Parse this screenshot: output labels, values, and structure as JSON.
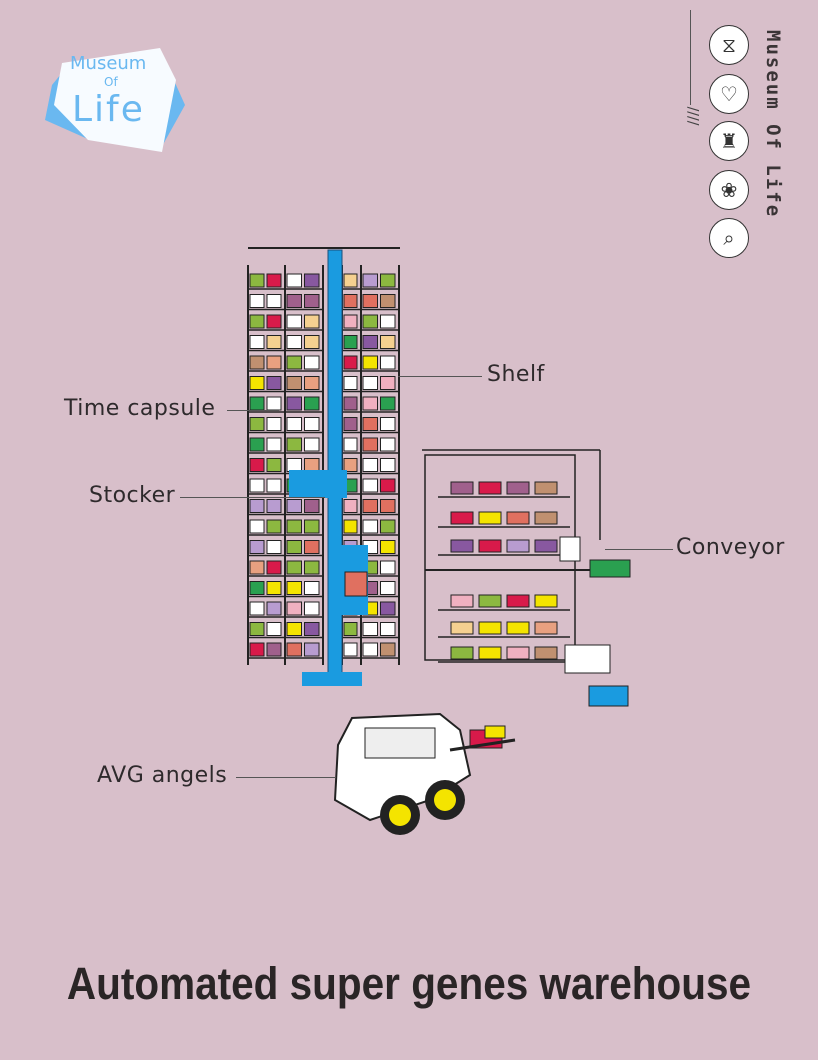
{
  "logo": {
    "line1": "Museum",
    "line2": "Of",
    "line3": "Life"
  },
  "side_brand": {
    "text": "Museum Of Life",
    "icons": [
      "dna-icon",
      "heart-icon",
      "robot-icon",
      "brain-icon",
      "mouse-icon"
    ]
  },
  "labels": {
    "shelf": "Shelf",
    "time_capsule": "Time capsule",
    "stocker": "Stocker",
    "conveyor": "Conveyor",
    "agv": "AVG angels"
  },
  "title": "Automated super genes warehouse",
  "colors": {
    "background": "#d8bfca",
    "stocker_blue": "#1a9be0",
    "logo_blue": "#6ab8f0",
    "palette": [
      "#ffffff",
      "#ffffff",
      "#ffffff",
      "#ffffff",
      "#f4e400",
      "#a0608c",
      "#e8a080",
      "#8cb840",
      "#d81a4a",
      "#c09070",
      "#2aa050",
      "#f0b0c0",
      "#8858a0",
      "#e07060",
      "#f5d090",
      "#b89cd0"
    ]
  }
}
